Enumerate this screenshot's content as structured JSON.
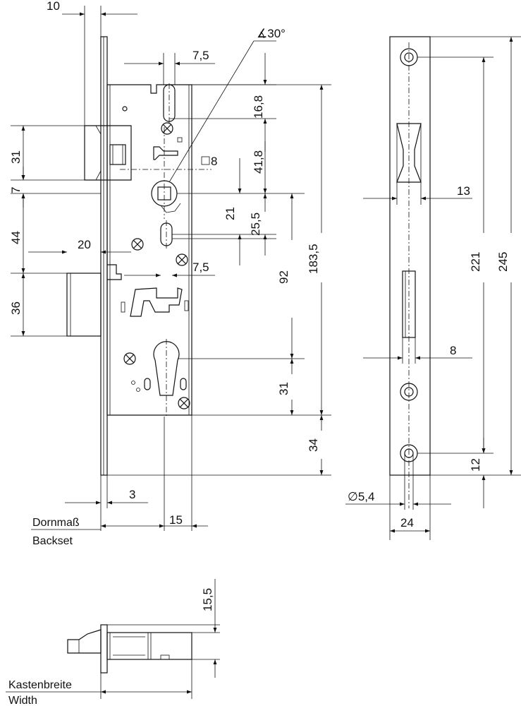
{
  "dimensions": {
    "d10": "10",
    "d7_5_top": "7,5",
    "angle": "30°",
    "d16_8": "16,8",
    "d41_8": "41,8",
    "square": "8",
    "d31_left": "31",
    "d7_left": "7",
    "d44": "44",
    "d20": "20",
    "d36": "36",
    "d21": "21",
    "d25_5": "25,5",
    "d7_5_mid": "7,5",
    "d92": "92",
    "d183_5": "183,5",
    "d31_right": "31",
    "d34": "34",
    "d3": "3",
    "d15": "15",
    "d13": "13",
    "d8_face": "8",
    "d221": "221",
    "d245": "245",
    "d12": "12",
    "hole_dia": "5,4",
    "d24": "24",
    "d15_5": "15,5"
  },
  "labels": {
    "dornmass": "Dornmaß",
    "backset": "Backset",
    "kastenbreite": "Kastenbreite",
    "width": "Width"
  }
}
